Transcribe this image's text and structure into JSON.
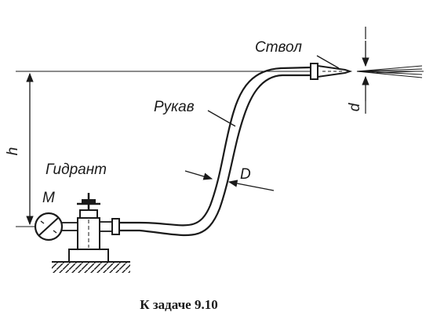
{
  "labels": {
    "nozzle": "Ствол",
    "hose": "Рукав",
    "hydrant": "Гидрант",
    "gauge": "M",
    "height": "h",
    "hose_diameter": "D",
    "nozzle_diameter": "d"
  },
  "caption": "К задаче 9.10"
}
